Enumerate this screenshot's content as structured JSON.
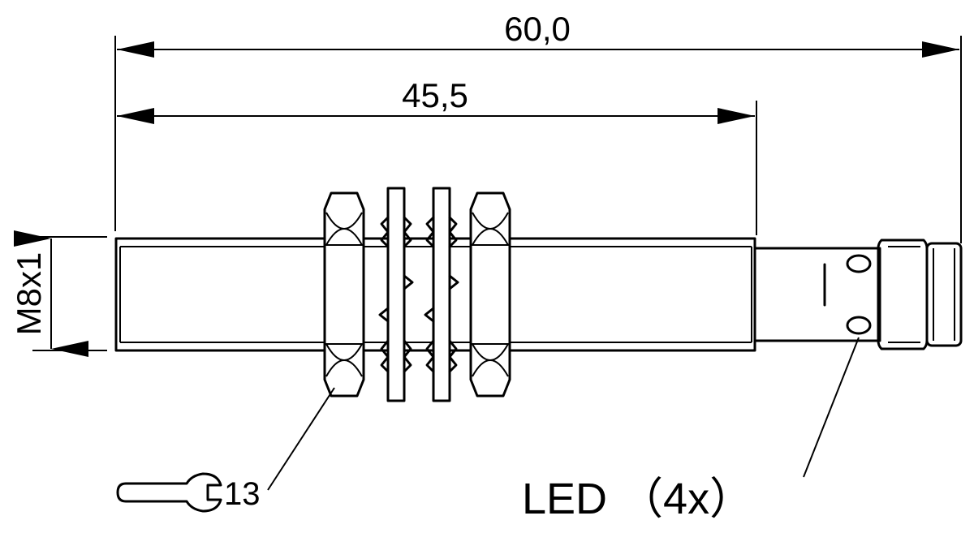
{
  "dimensions": {
    "overall_length": "60,0",
    "thread_length": "45,5",
    "thread_size": "M8x1"
  },
  "callouts": {
    "wrench_size": "13",
    "led_label": "LED （4x）"
  },
  "colors": {
    "ink": "#000000",
    "background": "#ffffff"
  }
}
